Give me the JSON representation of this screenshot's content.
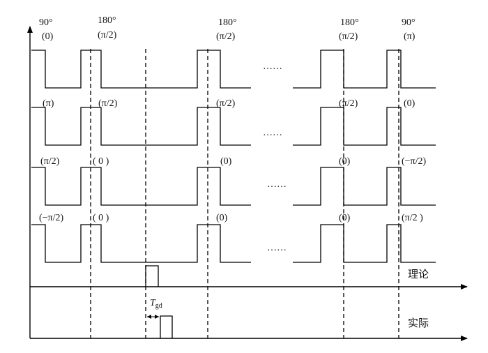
{
  "header_labels": {
    "col1": {
      "deg": "90°",
      "phase": "(0)"
    },
    "col2": {
      "deg": "180°",
      "phase": "(π/2)"
    },
    "col3": {
      "deg": "180°",
      "phase": "(π/2)"
    },
    "col4": {
      "deg": "180°",
      "phase": "(π/2)"
    },
    "col5": {
      "deg": "90°",
      "phase": "(π)"
    }
  },
  "rows": [
    {
      "a": "(0)",
      "b": "(π/2)",
      "c": "(π/2)",
      "d": "(π/2)",
      "e": "(π)"
    },
    {
      "a": "(π)",
      "b": "(π/2)",
      "c": "(π/2)",
      "d": "(π/2)",
      "e": "(0)"
    },
    {
      "a": "(π/2)",
      "b": "( 0 )",
      "c": "(0)",
      "d": "(0)",
      "e": "(−π/2)"
    },
    {
      "a": "(−π/2)",
      "b": "( 0 )",
      "c": "(0)",
      "d": "(0)",
      "e": "(π/2 )"
    }
  ],
  "ellipsis": "……",
  "labels": {
    "theory": "理论",
    "actual": "实际",
    "tgd_main": "T",
    "tgd_sub": "gd"
  }
}
